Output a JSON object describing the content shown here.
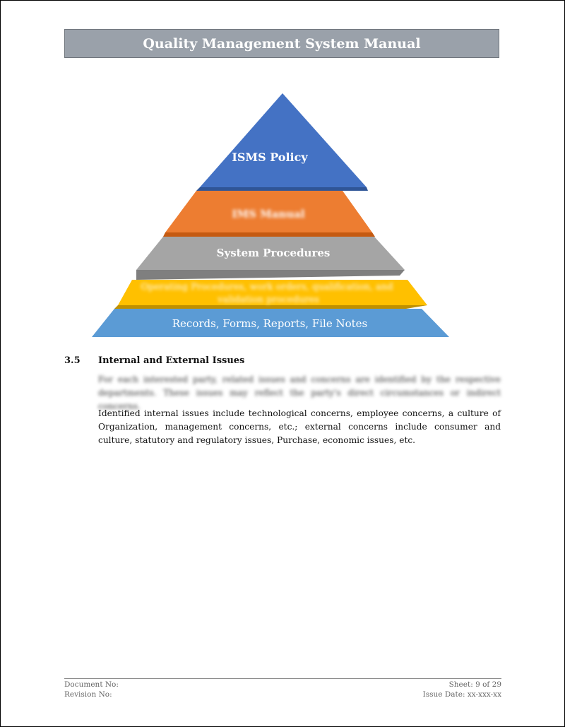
{
  "header": {
    "title": "Quality Management System Manual"
  },
  "pyramid": {
    "levels": [
      {
        "label": "ISMS Policy",
        "color": "#4472c4"
      },
      {
        "label": "IMS Manual",
        "color": "#ed7d31"
      },
      {
        "label": "System Procedures",
        "color": "#a5a5a5"
      },
      {
        "label_line1": "Operating Procedures, work orders, qualification, and",
        "label_line2": "validation procedures",
        "color": "#ffc000"
      },
      {
        "label": "Records, Forms, Reports, File Notes",
        "color": "#5b9bd5"
      }
    ]
  },
  "section": {
    "number": "3.5",
    "title": "Internal and External Issues",
    "paragraphs": [
      "For each interested party, related issues and concerns are identified by the respective departments. These issues may reflect the party's direct circumstances or indirect concerns.",
      "Identified internal issues include technological concerns, employee concerns, a culture of Organization, management concerns, etc.; external concerns include consumer and culture, statutory and regulatory issues, Purchase, economic issues, etc."
    ]
  },
  "footer": {
    "document_no": "Document No:",
    "revision_no": "Revision No:",
    "sheet": "Sheet: 9 of 29",
    "issue_date": "Issue Date: xx-xxx-xx"
  }
}
